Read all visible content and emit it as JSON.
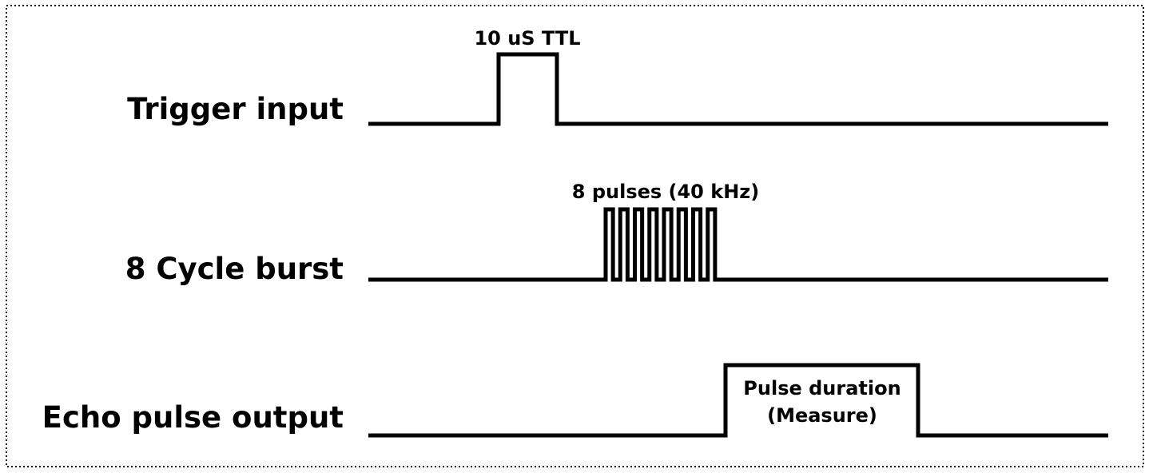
{
  "signals": {
    "trigger": {
      "label": "Trigger input",
      "annotation": "10 uS TTL"
    },
    "burst": {
      "label": "8 Cycle burst",
      "annotation": "8 pulses (40 kHz)",
      "pulse_count": 8
    },
    "echo": {
      "label": "Echo pulse output",
      "annotation_line1": "Pulse duration",
      "annotation_line2": "(Measure)"
    }
  }
}
